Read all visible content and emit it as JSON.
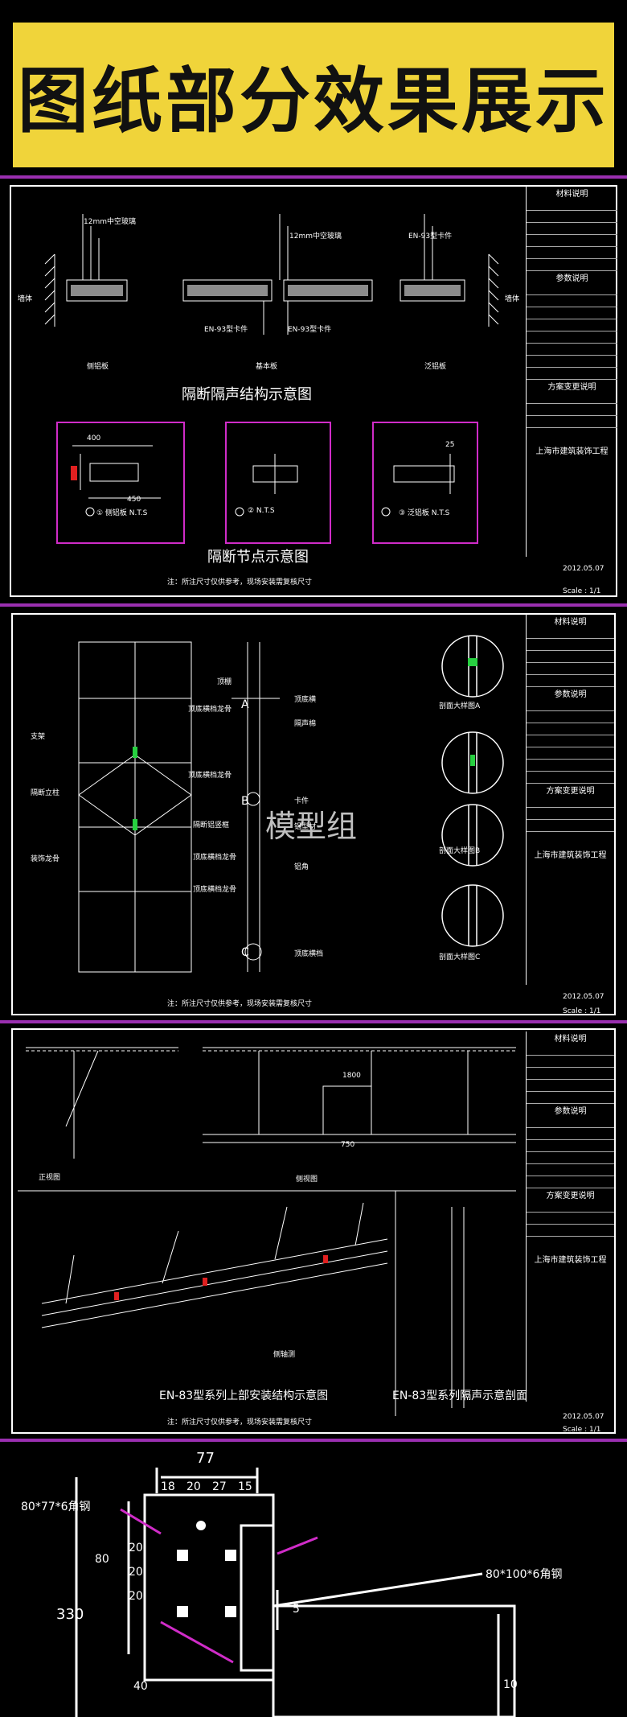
{
  "banner": {
    "title": "图纸部分效果展示",
    "background": "#f0d43a"
  },
  "sheet1": {
    "title_structure": "隔断隔声结构示意图",
    "title_nodes": "隔断节点示意图",
    "labels": {
      "left": "侧铝板",
      "center": "基本板",
      "right": "泛铝板",
      "wall_left": "墙体",
      "wall_right": "墙体"
    },
    "callouts": [
      "EN-93型卡件",
      "EN-93型卡件",
      "12mm中空玻璃",
      "12mm中空玻璃",
      "EN-93型卡件"
    ],
    "dims": {
      "d400": "400",
      "d450": "450",
      "d25": "25"
    },
    "node_labels": [
      "① 侧铝板 N.T.S",
      "② N.T.S",
      "③ 泛铝板 N.T.S"
    ],
    "note": "注：所注尺寸仅供参考，现场安装需复核尺寸",
    "table_title": "材料说明",
    "table_sub1": "参数说明",
    "table_sub2": "方案变更说明",
    "company": "上海市建筑装饰工程",
    "date": "2012.05.07",
    "scale": "Scale : 1/1"
  },
  "sheet2": {
    "labels": [
      "支架",
      "顶底横档龙骨",
      "顶底横档龙骨",
      "隔断立柱",
      "顶底横档龙骨",
      "顶底横档龙骨",
      "隔断铝竖框",
      "装饰龙骨"
    ],
    "vertical_labels": [
      "顶棚",
      "顶底横",
      "隔声棉",
      "卡件",
      "铝型材",
      "铝角",
      "顶底横档"
    ],
    "letters": [
      "A",
      "B",
      "C"
    ],
    "details": [
      "剖面大样图A",
      "剖面大样图B",
      "剖面大样图C"
    ],
    "watermark": "模型组",
    "note": "注：所注尺寸仅供参考，现场安装需复核尺寸",
    "table_title": "材料说明",
    "table_sub1": "参数说明",
    "table_sub2": "方案变更说明",
    "company": "上海市建筑装饰工程",
    "date": "2012.05.07",
    "scale": "Scale : 1/1"
  },
  "sheet3": {
    "view_front": "正视图",
    "view_side": "侧视图",
    "view_persp": "侧轴测",
    "caption_left": "EN-83型系列上部安装结构示意图",
    "caption_right": "EN-83型系列隔声示意剖面",
    "dims": {
      "d1800": "1800",
      "d750": "750"
    },
    "note": "注：所注尺寸仅供参考，现场安装需复核尺寸",
    "table_title": "材料说明",
    "table_sub1": "参数说明",
    "table_sub2": "方案变更说明",
    "company": "上海市建筑装饰工程",
    "date": "2012.05.07",
    "scale": "Scale : 1/1"
  },
  "sheet4": {
    "label_left": "80*77*6角钢",
    "label_right": "80*100*6角钢",
    "dims_top": "77",
    "dims_row": [
      "18",
      "20",
      "27",
      "15"
    ],
    "dims_left": [
      "80",
      "20",
      "20",
      "20"
    ],
    "dims_big": "330",
    "dims_mid": "5",
    "dims_bottom": "40",
    "dims_br": "10"
  }
}
